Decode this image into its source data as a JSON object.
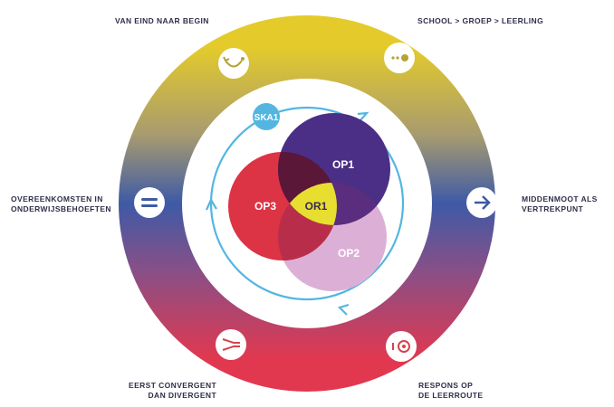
{
  "labels": {
    "top_left": [
      "VAN EIND NAAR BEGIN"
    ],
    "top_right": [
      "SCHOOL > GROEP > LEERLING"
    ],
    "mid_left": [
      "OVEREENKOMSTEN IN",
      "ONDERWIJSBEHOEFTEN"
    ],
    "mid_right": [
      "MIDDENMOOT ALS",
      "VERTREKPUNT"
    ],
    "bottom_left": [
      "EERST CONVERGENT",
      "DAN DIVERGENT"
    ],
    "bottom_right": [
      "RESPONS OP",
      "DE LEERROUTE"
    ]
  },
  "cycle_badge": "SKA1",
  "circles": {
    "op1": "OP1",
    "op2": "OP2",
    "op3": "OP3",
    "or1": "OR1"
  },
  "colors": {
    "ring_top": "#e4cb2b",
    "ring_mid": "#3e5aa6",
    "ring_bottom": "#e2384f",
    "op1": "#4b2f86",
    "op2": "#dcb0d6",
    "op3": "#dc3345",
    "or1": "#e7de2f",
    "cycle": "#54b6e0"
  },
  "icons": {
    "top_left": "smile-arrow-icon",
    "top_right": "merge-dots-icon",
    "mid_left": "equal-icon",
    "mid_right": "arrow-right-icon",
    "bottom_left": "funnel-icon",
    "bottom_right": "target-icon"
  }
}
